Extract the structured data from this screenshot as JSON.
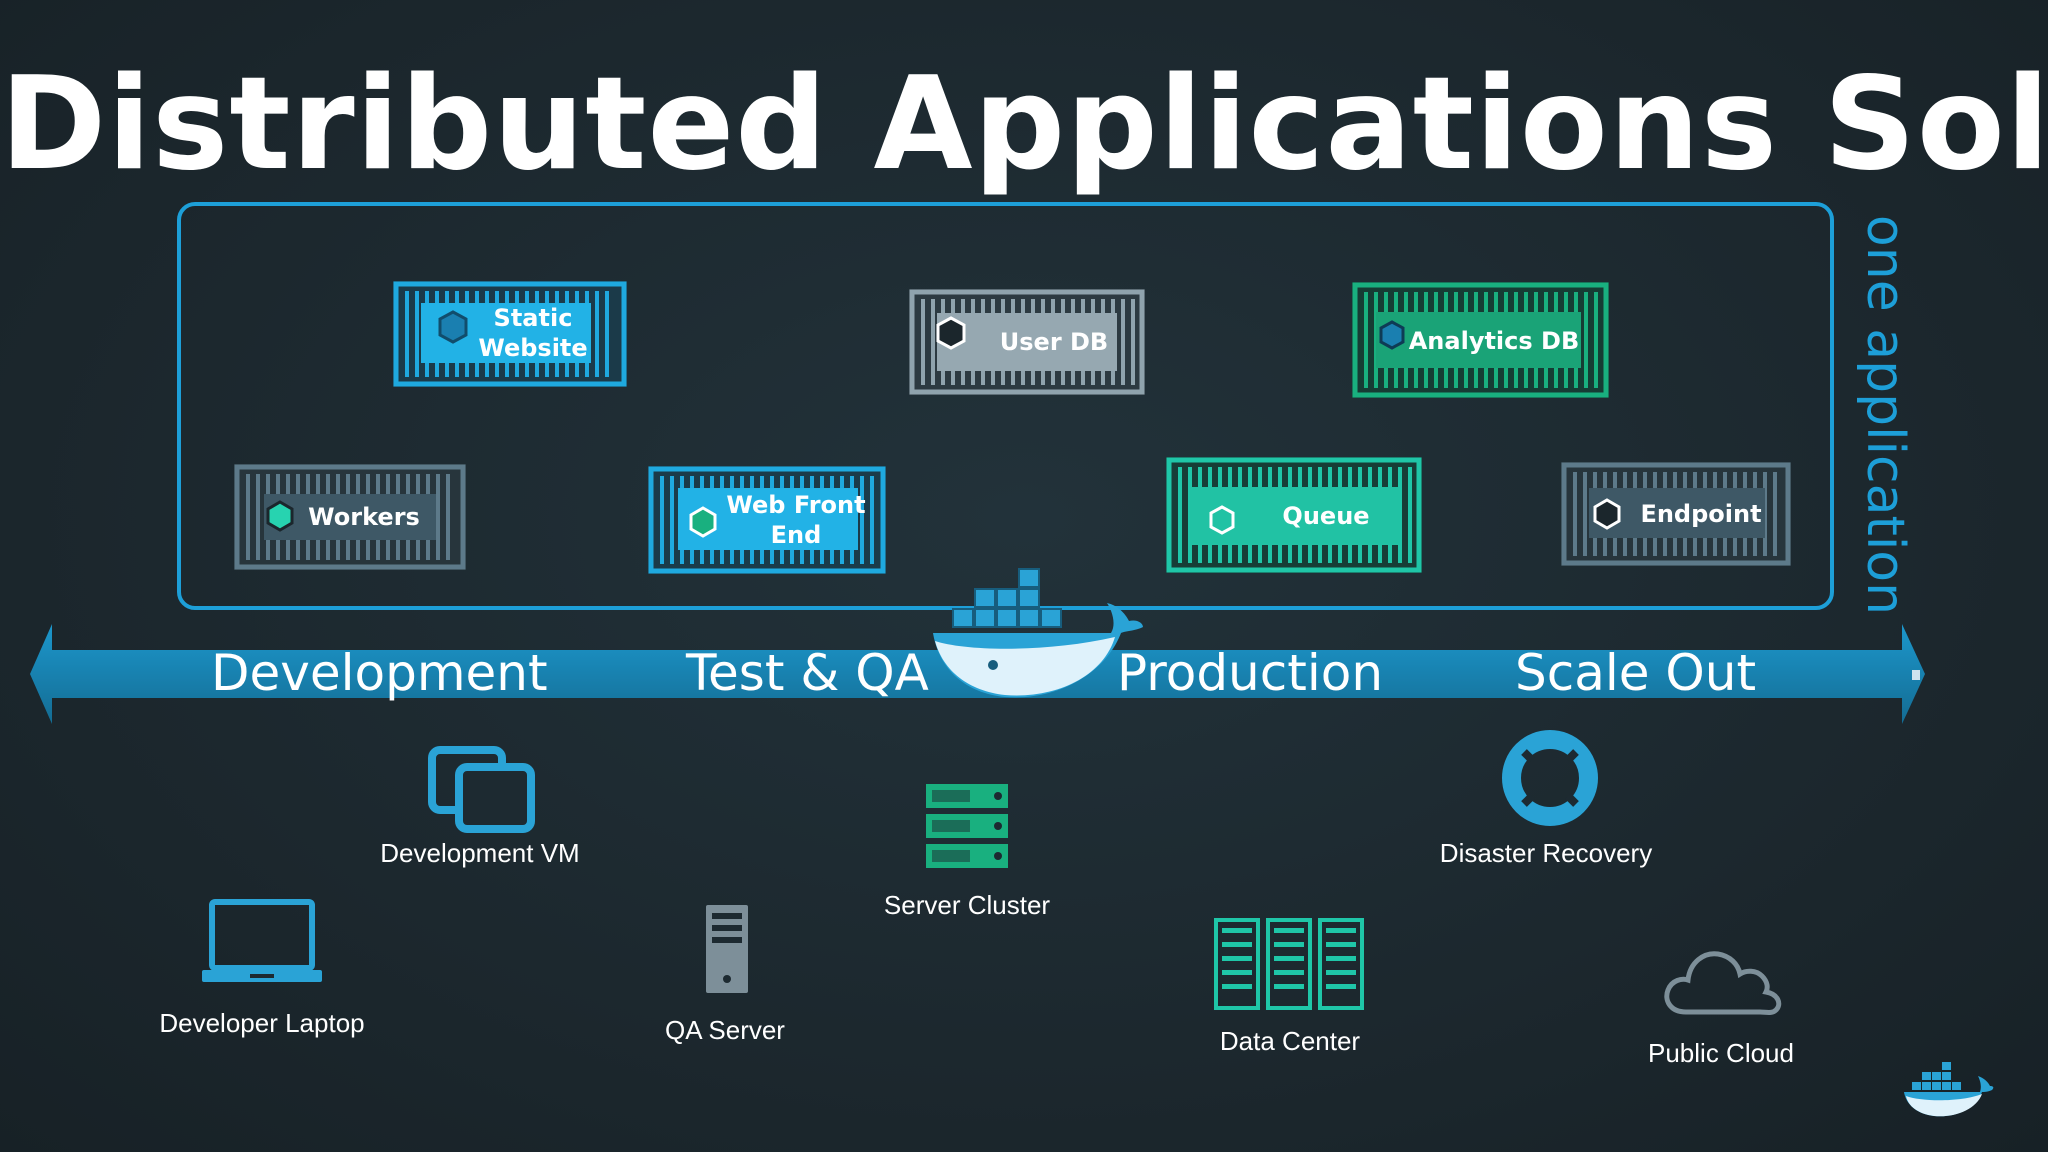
{
  "title": "Distributed Applications Solution",
  "side_label": "one application",
  "containers": [
    {
      "name": "static-website",
      "line1": "Static",
      "line2": "Website",
      "color": "#1fa9df"
    },
    {
      "name": "user-db",
      "line1": "User DB",
      "line2": "",
      "color": "#8fa3ad"
    },
    {
      "name": "analytics-db",
      "line1": "Analytics DB",
      "line2": "",
      "color": "#19b07f"
    },
    {
      "name": "workers",
      "line1": "Workers",
      "line2": "",
      "color": "#5d7a8a"
    },
    {
      "name": "web-front-end",
      "line1": "Web Front",
      "line2": "End",
      "color": "#1fa9df"
    },
    {
      "name": "queue",
      "line1": "Queue",
      "line2": "",
      "color": "#1fc6a8"
    },
    {
      "name": "endpoint",
      "line1": "Endpoint",
      "line2": "",
      "color": "#5d7a8a"
    }
  ],
  "stages": [
    "Development",
    "Test & QA",
    "Production",
    "Scale Out"
  ],
  "environments": {
    "development_vm": "Development VM",
    "developer_laptop": "Developer Laptop",
    "qa_server": "QA Server",
    "server_cluster": "Server Cluster",
    "data_center": "Data Center",
    "disaster_recovery": "Disaster Recovery",
    "public_cloud": "Public Cloud"
  },
  "colors": {
    "accent_blue": "#1d9fd8",
    "arrow_blue": "#1a86b8",
    "teal_green": "#1fc6a8",
    "green": "#19b07f",
    "gray": "#8fa3ad",
    "background": "#1d2a31"
  }
}
